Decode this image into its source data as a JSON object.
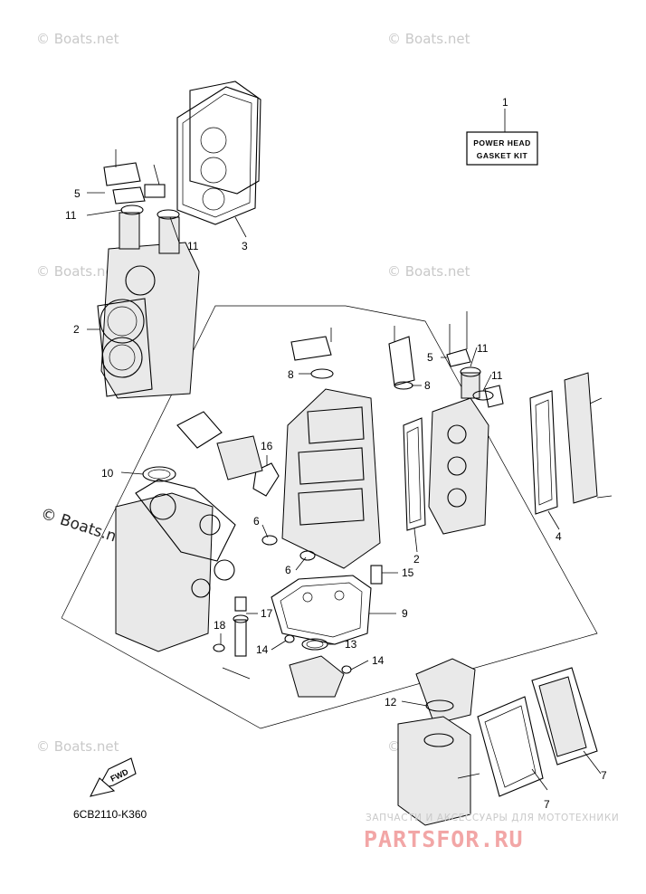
{
  "watermark": "© Boats.net",
  "kit_label": {
    "line1": "POWER HEAD",
    "line2": "GASKET KIT"
  },
  "diagram_code": "6CB2110-K360",
  "fwd_label": "FWD",
  "brand": {
    "tagline": "ЗАПЧАСТИ И АКСЕССУАРЫ ДЛЯ МОТОТЕХНИКИ",
    "logo": "PARTSFOR.RU"
  },
  "colors": {
    "line": "#000000",
    "watermark": "#c9c9c9",
    "brand_logo": "#f2a6a6"
  },
  "callouts": [
    {
      "id": "c1",
      "text": "1"
    },
    {
      "id": "c2a",
      "text": "2"
    },
    {
      "id": "c2b",
      "text": "2"
    },
    {
      "id": "c3",
      "text": "3"
    },
    {
      "id": "c4",
      "text": "4"
    },
    {
      "id": "c5a",
      "text": "5"
    },
    {
      "id": "c5b",
      "text": "5"
    },
    {
      "id": "c6a",
      "text": "6"
    },
    {
      "id": "c6b",
      "text": "6"
    },
    {
      "id": "c7a",
      "text": "7"
    },
    {
      "id": "c7b",
      "text": "7"
    },
    {
      "id": "c8a",
      "text": "8"
    },
    {
      "id": "c8b",
      "text": "8"
    },
    {
      "id": "c9",
      "text": "9"
    },
    {
      "id": "c10",
      "text": "10"
    },
    {
      "id": "c11a",
      "text": "11"
    },
    {
      "id": "c11b",
      "text": "11"
    },
    {
      "id": "c11c",
      "text": "11"
    },
    {
      "id": "c11d",
      "text": "11"
    },
    {
      "id": "c12",
      "text": "12"
    },
    {
      "id": "c13",
      "text": "13"
    },
    {
      "id": "c14a",
      "text": "14"
    },
    {
      "id": "c14b",
      "text": "14"
    },
    {
      "id": "c15",
      "text": "15"
    },
    {
      "id": "c16",
      "text": "16"
    },
    {
      "id": "c17",
      "text": "17"
    },
    {
      "id": "c18",
      "text": "18"
    }
  ]
}
